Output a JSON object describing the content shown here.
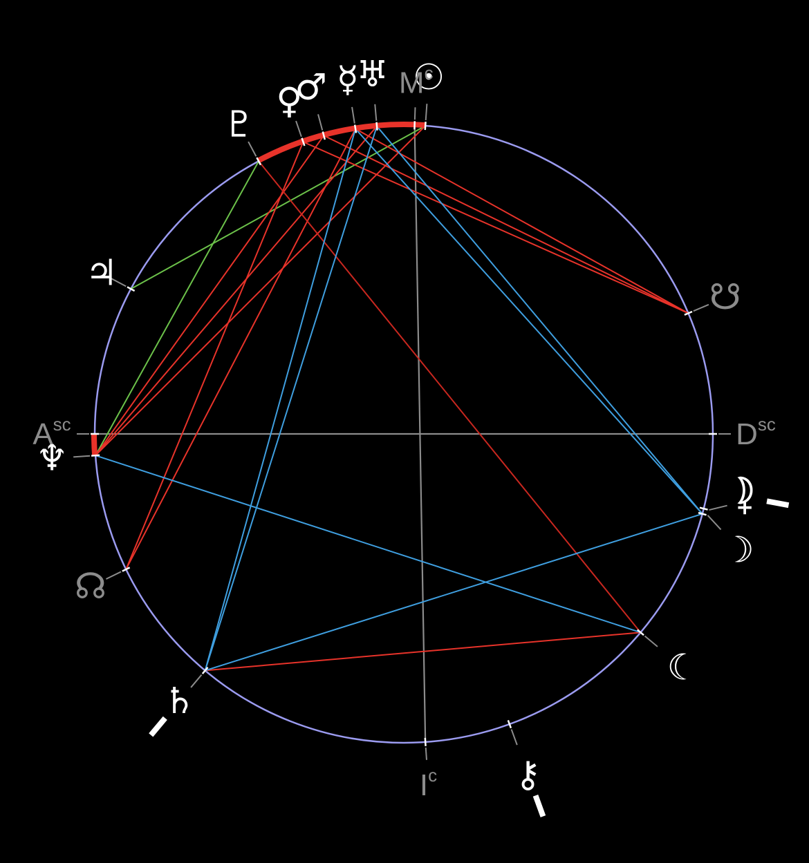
{
  "colors": {
    "background": "#000000",
    "circle": "#9b9bf0",
    "red": "#e8332a",
    "darkred": "#c8271f",
    "blue": "#3f9fe0",
    "green": "#6cc24a",
    "gray": "#8c8c8c",
    "white": "#ffffff"
  },
  "angles": [
    {
      "name": "Asc",
      "main": "A",
      "sup": "sc",
      "deg": 180
    },
    {
      "name": "Dsc",
      "main": "D",
      "sup": "sc",
      "deg": 0
    },
    {
      "name": "Mc",
      "main": "M",
      "sup": "c",
      "deg": 88
    },
    {
      "name": "Ic",
      "main": "I",
      "sup": "c",
      "deg": 274
    }
  ],
  "bodies": [
    {
      "id": "sun",
      "name": "Sun",
      "glyph": "☉",
      "deg": 86,
      "color": "white",
      "retro": false
    },
    {
      "id": "uranus",
      "name": "Uranus",
      "glyph": "♅",
      "deg": 95,
      "color": "white",
      "retro": false
    },
    {
      "id": "mercury",
      "name": "Mercury",
      "glyph": "☿",
      "deg": 99,
      "color": "white",
      "retro": false
    },
    {
      "id": "mars",
      "name": "Mars",
      "glyph": "♂",
      "deg": 105,
      "color": "white",
      "retro": false
    },
    {
      "id": "venus",
      "name": "Venus",
      "glyph": "♀",
      "deg": 109,
      "color": "white",
      "retro": false
    },
    {
      "id": "pluto",
      "name": "Pluto",
      "glyph": "♇",
      "deg": 118,
      "color": "white",
      "retro": false
    },
    {
      "id": "jupiter",
      "name": "Jupiter",
      "glyph": "♃",
      "deg": 152,
      "color": "white",
      "retro": false
    },
    {
      "id": "neptune",
      "name": "Neptune",
      "glyph": "♆",
      "deg": 184,
      "color": "white",
      "retro": false
    },
    {
      "id": "northnode",
      "name": "North Node",
      "glyph": "☊",
      "deg": 206,
      "color": "gray",
      "retro": false
    },
    {
      "id": "saturn",
      "name": "Saturn",
      "glyph": "♄",
      "deg": 230,
      "color": "white",
      "retro": true
    },
    {
      "id": "blackmoon",
      "name": "Black Moon",
      "glyph": "☾",
      "deg": 320,
      "color": "white",
      "retro": false
    },
    {
      "id": "chiron",
      "name": "Chiron",
      "glyph": "⚷",
      "deg": 290,
      "color": "white",
      "retro": true
    },
    {
      "id": "moon",
      "name": "Moon",
      "glyph": "☽",
      "deg": 345,
      "color": "white",
      "retro": false
    },
    {
      "id": "proserpina",
      "name": "Proserpina",
      "glyph": "⯝",
      "deg": 346,
      "color": "white",
      "retro": true
    },
    {
      "id": "southnode",
      "name": "South Node",
      "glyph": "☋",
      "deg": 23,
      "color": "gray",
      "retro": false
    }
  ],
  "aspects": [
    {
      "a": "sun",
      "b": "jupiter",
      "color": "green"
    },
    {
      "a": "pluto",
      "b": "neptune",
      "color": "green"
    },
    {
      "a": "sun",
      "b": "neptune",
      "color": "red"
    },
    {
      "a": "mars",
      "b": "neptune",
      "color": "red"
    },
    {
      "a": "venus",
      "b": "northnode",
      "color": "red"
    },
    {
      "a": "mercury",
      "b": "northnode",
      "color": "red"
    },
    {
      "a": "uranus",
      "b": "neptune",
      "color": "red"
    },
    {
      "a": "mars",
      "b": "southnode",
      "color": "red"
    },
    {
      "a": "venus",
      "b": "southnode",
      "color": "red"
    },
    {
      "a": "mercury",
      "b": "southnode",
      "color": "red"
    },
    {
      "a": "pluto",
      "b": "blackmoon",
      "color": "darkred"
    },
    {
      "a": "saturn",
      "b": "blackmoon",
      "color": "red"
    },
    {
      "a": "uranus",
      "b": "saturn",
      "color": "blue"
    },
    {
      "a": "mercury",
      "b": "saturn",
      "color": "blue"
    },
    {
      "a": "uranus",
      "b": "moon",
      "color": "blue"
    },
    {
      "a": "mercury",
      "b": "moon",
      "color": "blue"
    },
    {
      "a": "neptune",
      "b": "blackmoon",
      "color": "blue"
    },
    {
      "a": "saturn",
      "b": "moon",
      "color": "blue"
    }
  ],
  "arcs": [
    {
      "from": 86,
      "to": 118
    },
    {
      "from": 180,
      "to": 184
    }
  ]
}
